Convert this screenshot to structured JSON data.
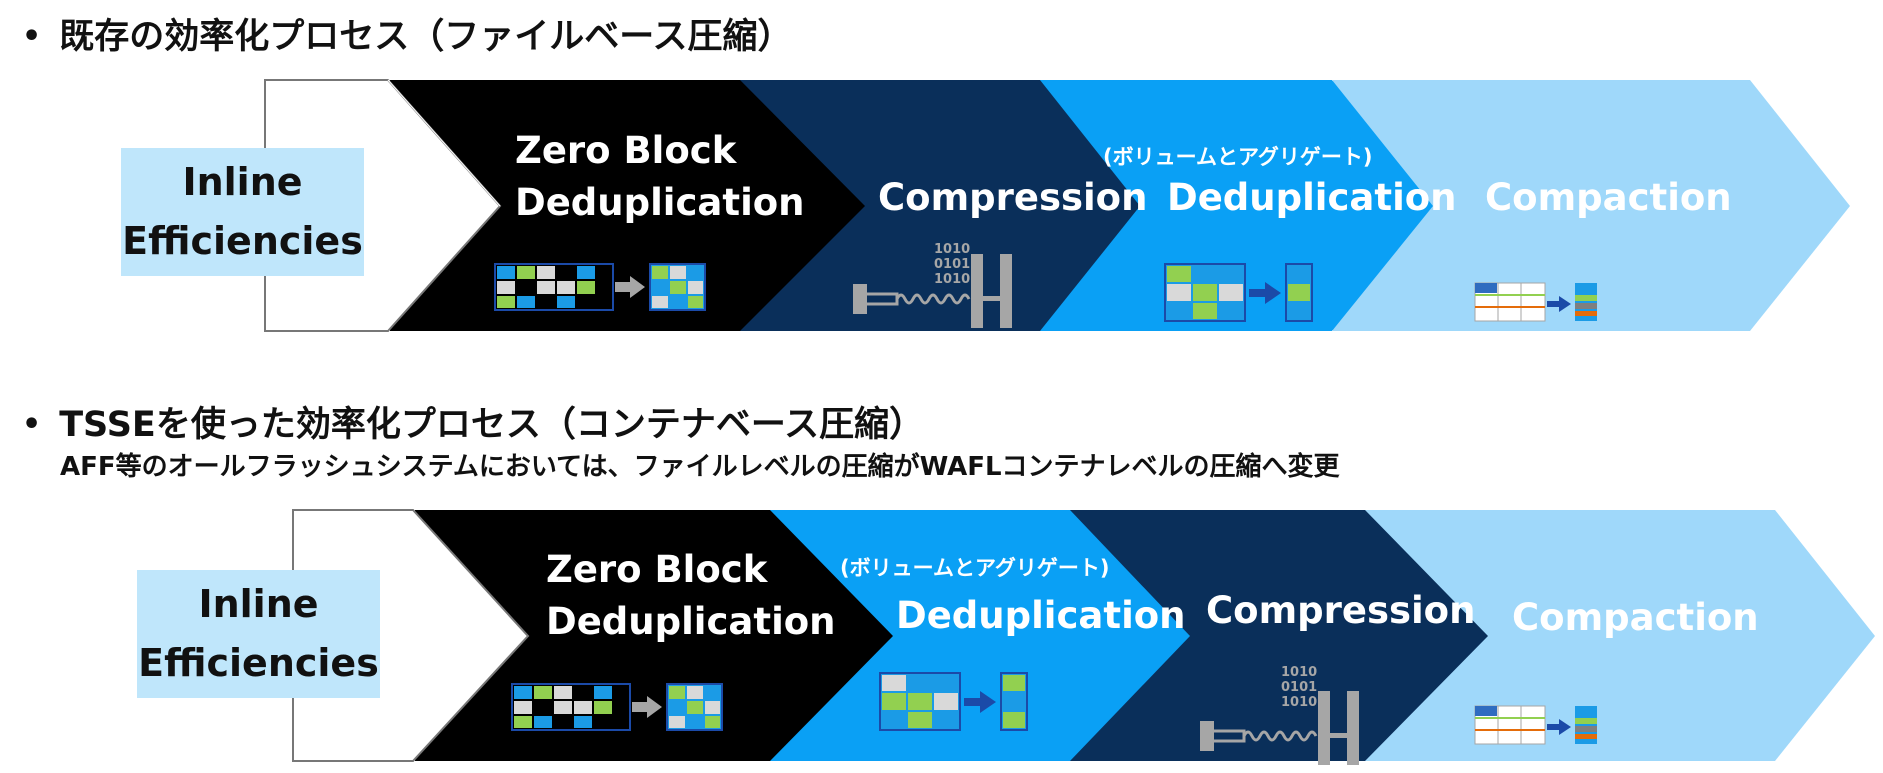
{
  "section1": {
    "bullet": "•",
    "title": "既存の効率化プロセス（ファイルベース圧縮）",
    "inline_label_line1": "Inline",
    "inline_label_line2": "Efficiencies",
    "steps": {
      "zero_line1": "Zero Block",
      "zero_line2": "Deduplication",
      "compression": "Compression",
      "dedup_note": "(ボリュームとアグリゲート)",
      "dedup": "Deduplication",
      "compaction": "Compaction"
    }
  },
  "section2": {
    "bullet": "•",
    "title": "TSSEを使った効率化プロセス（コンテナベース圧縮）",
    "subtitle": "AFF等のオールフラッシュシステムにおいては、ファイルレベルの圧縮がWAFLコンテナレベルの圧縮へ変更",
    "inline_label_line1": "Inline",
    "inline_label_line2": "Efficiencies",
    "steps": {
      "zero_line1": "Zero Block",
      "zero_line2": "Deduplication",
      "dedup_note": "(ボリュームとアグリゲート)",
      "dedup": "Deduplication",
      "compression": "Compression",
      "compaction": "Compaction"
    }
  },
  "icons": {
    "binary_digits": [
      "1010",
      "0101",
      "1010"
    ]
  },
  "colors": {
    "black": "#000000",
    "navy": "#0a2f5a",
    "blue": "#0aa0f5",
    "light_blue": "#9fd8fa",
    "inline_box": "#bfe6fb",
    "green": "#92d050",
    "grid_blue": "#1b9be6"
  }
}
